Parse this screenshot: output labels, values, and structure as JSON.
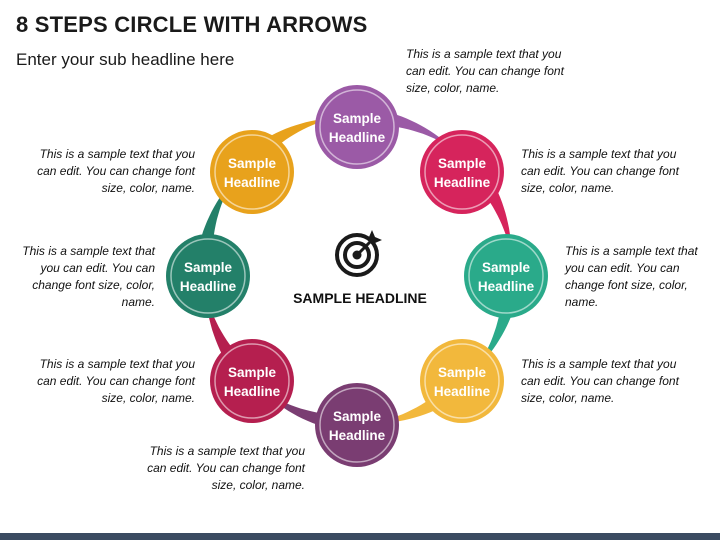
{
  "title": "8 STEPS CIRCLE WITH ARROWS",
  "subtitle": "Enter your sub headline here",
  "center": {
    "title": "SAMPLE HEADLINE",
    "icon": "target-icon"
  },
  "steps": [
    {
      "line1": "Sample",
      "line2": "Headline",
      "color": "#9b5aa6",
      "description": "This is a sample text that you can edit. You can change font size, color, name."
    },
    {
      "line1": "Sample",
      "line2": "Headline",
      "color": "#d6245c",
      "description": "This is a sample text that you can edit. You can change font size, color, name."
    },
    {
      "line1": "Sample",
      "line2": "Headline",
      "color": "#2aaa8a",
      "description": "This is a sample text that you can edit. You can change font size, color, name."
    },
    {
      "line1": "Sample",
      "line2": "Headline",
      "color": "#f2b83c",
      "description": "This is a sample text that you can edit. You can change font size, color, name."
    },
    {
      "line1": "Sample",
      "line2": "Headline",
      "color": "#7a3d72",
      "description": "This is a sample text that you can edit. You can change font size, color, name."
    },
    {
      "line1": "Sample",
      "line2": "Headline",
      "color": "#b51f4f",
      "description": "This is a sample text that you can edit. You can change font size, color, name."
    },
    {
      "line1": "Sample",
      "line2": "Headline",
      "color": "#238069",
      "description": "This is a sample text that you can edit. You can change font size, color, name."
    },
    {
      "line1": "Sample",
      "line2": "Headline",
      "color": "#e8a21c",
      "description": "This is a sample text that you can edit. You can change font size, color, name."
    }
  ],
  "footer_color": "#3b4b61"
}
